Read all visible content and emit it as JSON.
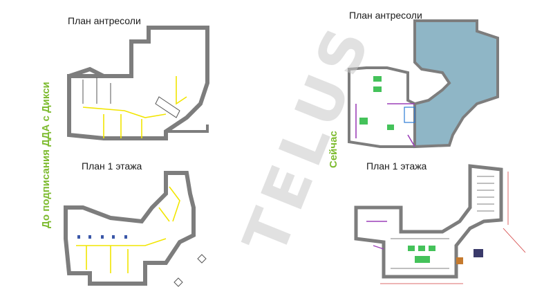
{
  "labels": {
    "left_top": "План антресоли",
    "left_bottom": "План 1 этажа",
    "right_top": "План антресоли",
    "right_bottom": "План 1 этажа",
    "side_before": "До подписания ДДА с Дикси",
    "side_now": "Сейчас"
  },
  "watermark": "TELUS",
  "colors": {
    "wall": "#808080",
    "yellow": "#f2e500",
    "blue_area": "#8fb6c6",
    "green_label": "#7dbb2f",
    "purple": "#9b3fb8",
    "red_dim": "#d23a3a"
  }
}
